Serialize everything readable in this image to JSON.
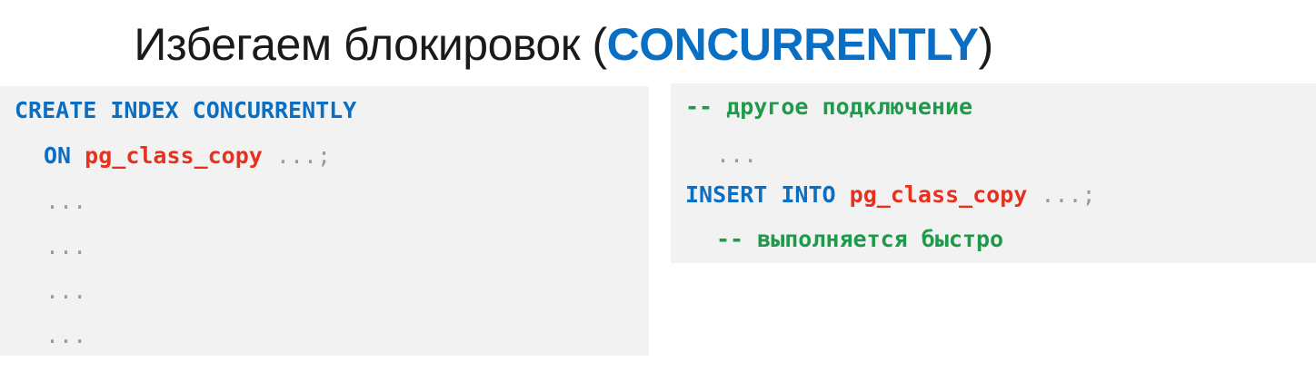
{
  "title": {
    "prefix": "Избегаем блокировок (",
    "keyword": "CONCURRENTLY",
    "suffix": ")"
  },
  "left_code": {
    "line1_keywords": "CREATE INDEX CONCURRENTLY",
    "line2_keyword": "ON",
    "line2_table": "pg_class_copy",
    "line2_rest": " ...;",
    "ellipsis_lines": [
      "...",
      "...",
      "...",
      "..."
    ]
  },
  "right_code": {
    "comment1": "-- другое подключение",
    "ellipsis": "...",
    "insert_keywords": "INSERT INTO",
    "insert_table": "pg_class_copy",
    "insert_rest": " ...;",
    "comment2": "-- выполняется быстро"
  },
  "colors": {
    "keyword": "#0a6fc2",
    "identifier": "#e8311c",
    "comment": "#1e9a4a",
    "ellipsis": "#9a9a9a",
    "code_background": "#f2f2f2"
  }
}
